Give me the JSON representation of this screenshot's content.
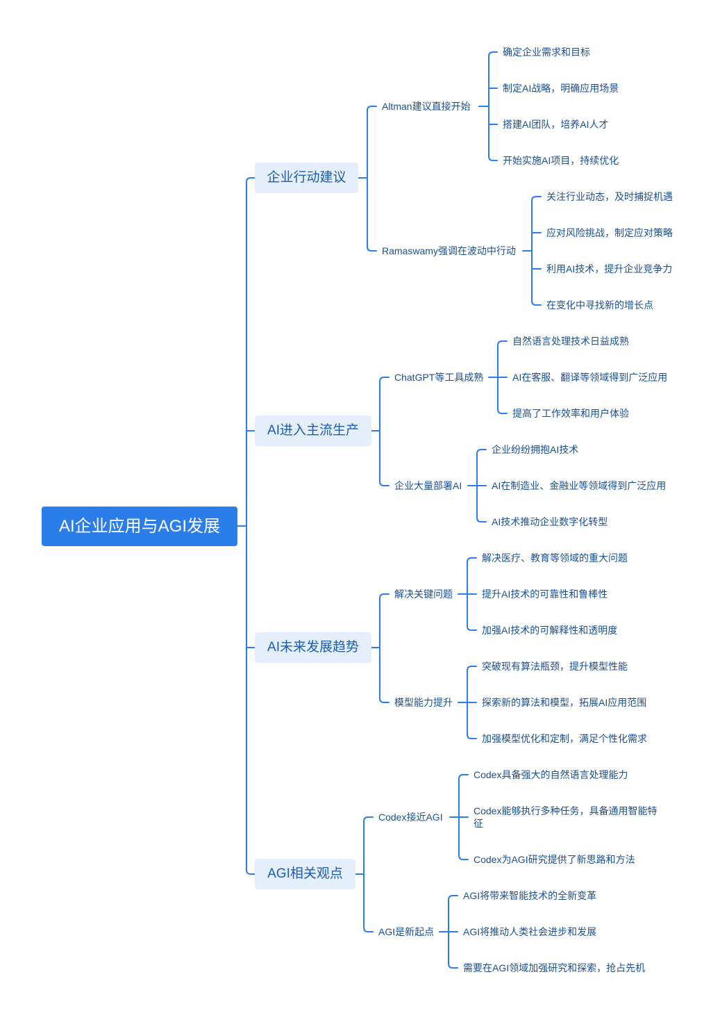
{
  "root": {
    "label": "AI企业应用与AGI发展"
  },
  "branches": [
    {
      "label": "企业行动建议",
      "children": [
        {
          "label": "Altman建议直接开始",
          "items": [
            "确定企业需求和目标",
            "制定AI战略，明确应用场景",
            "搭建AI团队，培养AI人才",
            "开始实施AI项目，持续优化"
          ]
        },
        {
          "label": "Ramaswamy强调在波动中行动",
          "items": [
            "关注行业动态，及时捕捉机遇",
            "应对风险挑战，制定应对策略",
            "利用AI技术，提升企业竞争力",
            "在变化中寻找新的增长点"
          ]
        }
      ]
    },
    {
      "label": "AI进入主流生产",
      "children": [
        {
          "label": "ChatGPT等工具成熟",
          "items": [
            "自然语言处理技术日益成熟",
            "AI在客服、翻译等领域得到广泛应用",
            "提高了工作效率和用户体验"
          ]
        },
        {
          "label": "企业大量部署AI",
          "items": [
            "企业纷纷拥抱AI技术",
            "AI在制造业、金融业等领域得到广泛应用",
            "AI技术推动企业数字化转型"
          ]
        }
      ]
    },
    {
      "label": "AI未来发展趋势",
      "children": [
        {
          "label": "解决关键问题",
          "items": [
            "解决医疗、教育等领域的重大问题",
            "提升AI技术的可靠性和鲁棒性",
            "加强AI技术的可解释性和透明度"
          ]
        },
        {
          "label": "模型能力提升",
          "items": [
            "突破现有算法瓶颈，提升模型性能",
            "探索新的算法和模型，拓展AI应用范围",
            "加强模型优化和定制，满足个性化需求"
          ]
        }
      ]
    },
    {
      "label": "AGI相关观点",
      "children": [
        {
          "label": "Codex接近AGI",
          "items": [
            "Codex具备强大的自然语言处理能力",
            "Codex能够执行多种任务，具备通用智能特征",
            "Codex为AGI研究提供了新思路和方法"
          ]
        },
        {
          "label": "AGI是新起点",
          "items": [
            "AGI将带来智能技术的全新变革",
            "AGI将推动人类社会进步和发展",
            "需要在AGI领域加强研究和探索，抢占先机"
          ]
        }
      ]
    }
  ],
  "colors": {
    "line": "#2b7de9",
    "root_bg": "#2b7de9",
    "branch_bg": "#e5effc",
    "text": "#1a4f95"
  }
}
